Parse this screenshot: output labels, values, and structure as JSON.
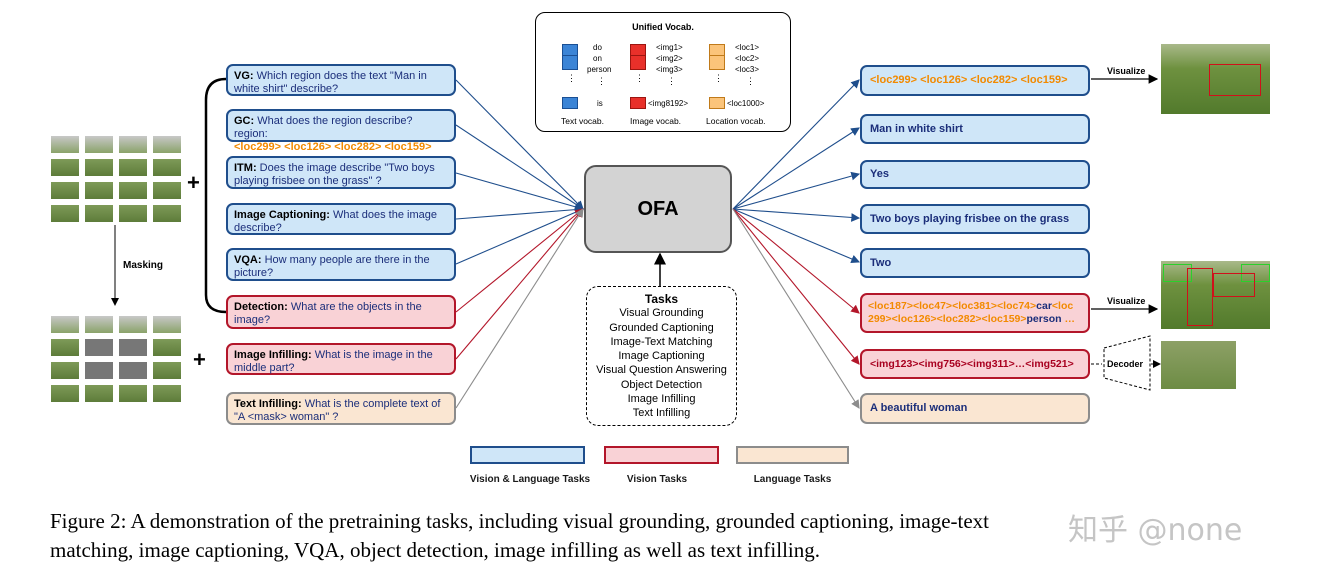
{
  "vocab": {
    "title": "Unified Vocab.",
    "text_tokens": [
      "do",
      "on",
      "person",
      "is"
    ],
    "image_tokens": [
      "<img1>",
      "<img2>",
      "<img3>",
      "<img8192>"
    ],
    "loc_tokens": [
      "<loc1>",
      "<loc2>",
      "<loc3>",
      "<loc1000>"
    ],
    "labels": [
      "Text vocab.",
      "Image vocab.",
      "Location vocab."
    ]
  },
  "center_model": "OFA",
  "masking_label": "Masking",
  "plus_sign": "+",
  "inputs": [
    {
      "type": "vl",
      "task": "VG:",
      "text": "Which region does the text \"Man in white shirt\" describe?"
    },
    {
      "type": "vl",
      "task": "GC:",
      "text": "What does the region describe? region:",
      "extra": "<loc299> <loc126> <loc282> <loc159>"
    },
    {
      "type": "vl",
      "task": "ITM:",
      "text": "Does the image describe \"Two boys playing frisbee on the grass\" ?"
    },
    {
      "type": "vl",
      "task": "Image Captioning:",
      "text": "What does the image describe?"
    },
    {
      "type": "vl",
      "task": "VQA:",
      "text": "How many people are there in the picture?"
    },
    {
      "type": "vis",
      "task": "Detection:",
      "text": "What are the objects in the image?"
    },
    {
      "type": "vis",
      "task": "Image Infilling:",
      "text": "What is the image in the middle part?"
    },
    {
      "type": "lang",
      "task": "Text Infilling:",
      "text": "What is the complete text of \"A <mask> woman\" ?"
    }
  ],
  "outputs": [
    {
      "type": "vl",
      "text": "<loc299> <loc126> <loc282> <loc159>"
    },
    {
      "type": "vl",
      "text": "Man in white shirt"
    },
    {
      "type": "vl",
      "text": "Yes"
    },
    {
      "type": "vl",
      "text": "Two boys playing frisbee on the grass"
    },
    {
      "type": "vl",
      "text": "Two"
    },
    {
      "type": "vis",
      "line1a": "<loc187><loc47><loc381><loc74>",
      "line1b": "car",
      "line1c": "<loc",
      "line2a": "299><loc126><loc282><loc159>",
      "line2b": "person",
      "line2c": " …"
    },
    {
      "type": "vis",
      "text": "<img123><img756><img311>…<img521>"
    },
    {
      "type": "lang",
      "text": "A beautiful woman"
    }
  ],
  "visualize_label": "Visualize",
  "decoder_label": "Decoder",
  "tasks": {
    "title": "Tasks",
    "items": [
      "Visual Grounding",
      "Grounded Captioning",
      "Image-Text Matching",
      "Image Captioning",
      "Visual Question Answering",
      "Object Detection",
      "Image Infilling",
      "Text Infilling"
    ]
  },
  "legend": [
    "Vision & Language Tasks",
    "Vision Tasks",
    "Language Tasks"
  ],
  "caption": {
    "line1": "Figure 2:  A demonstration of the pretraining tasks, including visual grounding, grounded captioning, image-text",
    "line2": "matching, image captioning, VQA, object detection, image infilling as well as text infilling."
  },
  "watermark": "知乎 @none",
  "colors": {
    "vl_fill": "#cfe6f8",
    "vl_border": "#1f4e8c",
    "vis_fill": "#f9d2d6",
    "vis_border": "#b3162a",
    "lang_fill": "#fae6d2",
    "lang_border": "#8c8c8c",
    "token_orange": "#f28a00"
  }
}
